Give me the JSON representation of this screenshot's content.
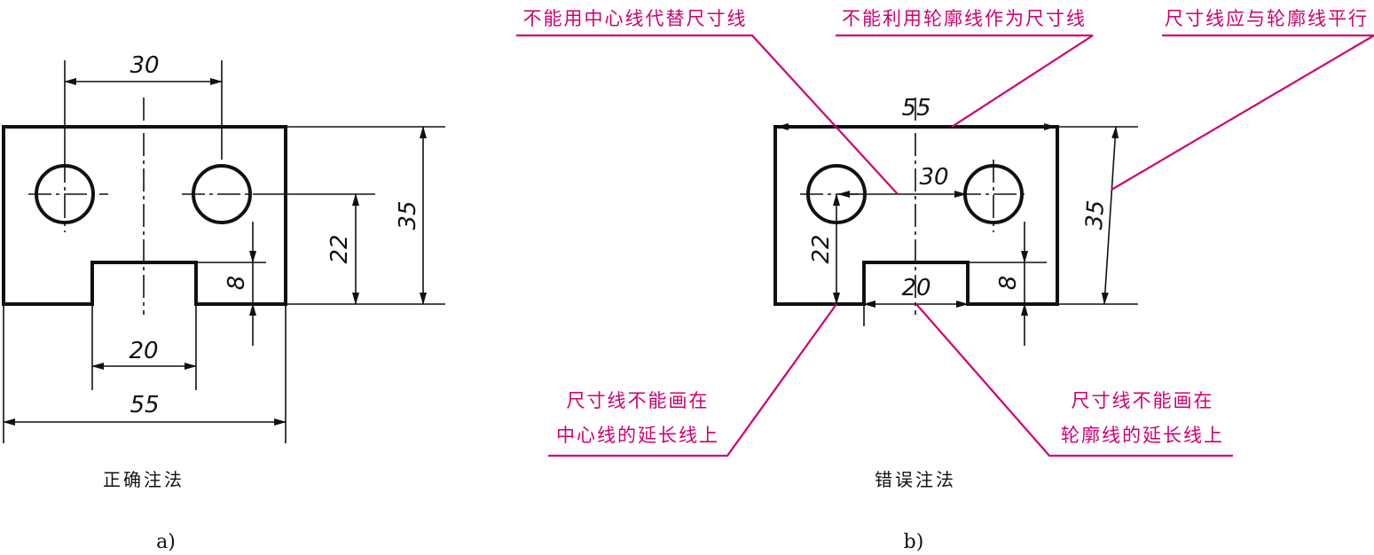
{
  "figure_a": {
    "dims": {
      "d30": "30",
      "d35": "35",
      "d22": "22",
      "d8": "8",
      "d20": "20",
      "d55": "55"
    },
    "caption": "正确注法",
    "sub_label": "a)"
  },
  "figure_b": {
    "dims": {
      "d55": "55",
      "d30": "30",
      "d35": "35",
      "d22": "22",
      "d20": "20",
      "d8": "8"
    },
    "caption": "错误注法",
    "sub_label": "b)",
    "notes": {
      "center_line": "不能用中心线代替尺寸线",
      "contour_line": "不能利用轮廓线作为尺寸线",
      "parallel": "尺寸线应与轮廓线平行",
      "center_ext_1": "尺寸线不能画在",
      "center_ext_2": "中心线的延长线上",
      "contour_ext_1": "尺寸线不能画在",
      "contour_ext_2": "轮廓线的延长线上"
    }
  },
  "colors": {
    "annotation": "#d0006f",
    "line": "#111111"
  }
}
